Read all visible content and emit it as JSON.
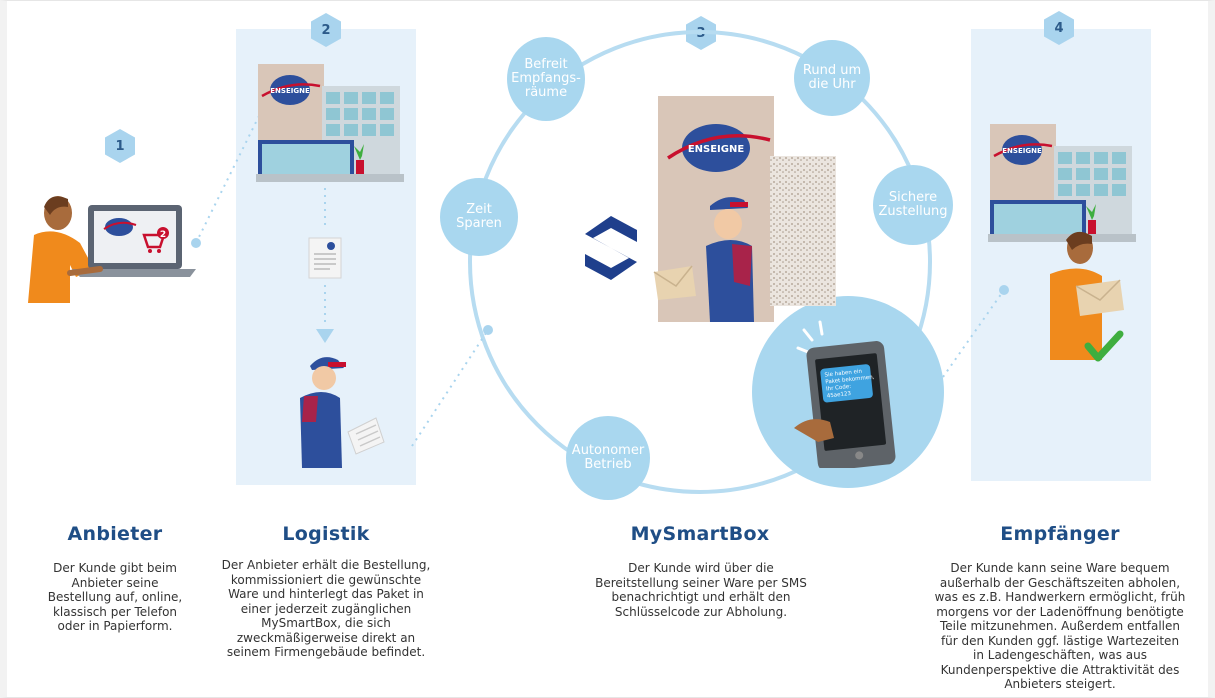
{
  "steps": [
    {
      "number": "1",
      "title": "Anbieter",
      "description": "Der Kunde gibt beim\nAnbieter seine\nBestellung auf, online,\nklassisch per Telefon\noder in Papierform."
    },
    {
      "number": "2",
      "title": "Logistik",
      "description": "Der Anbieter erhält die Bestellung,\nkommissioniert die gewünschte\nWare und hinterlegt das Paket in\neiner jederzeit zugänglichen\nMySmartBox, die sich\nzweckmäßigerweise direkt an\nseinem Firmengebäude befindet."
    },
    {
      "number": "3",
      "title": "MySmartBox",
      "description": "Der Kunde wird über die\nBereitstellung seiner Ware per SMS\nbenachrichtigt und erhält den\nSchlüsselcode zur Abholung."
    },
    {
      "number": "4",
      "title": "Empfänger",
      "description": "Der Kunde kann seine Ware bequem\naußerhalb der Geschäftszeiten abholen,\nwas es z.B. Handwerkern ermöglicht, früh\nmorgens vor der Ladenöffnung benötigte\nTeile mitzunehmen. Außerdem entfallen\nfür den Kunden ggf. lästige Wartezeiten\nin Ladengeschäften, was aus\nKundenperspektive die Attraktivität des\nAnbieters steigert."
    }
  ],
  "benefits": {
    "befreit": "Befreit\nEmpfangs-\nräume",
    "rund": "Rund um\ndie Uhr",
    "zeit": "Zeit\nSparen",
    "sicher": "Sichere\nZustellung",
    "autonom": "Autonomer\nBetrieb"
  },
  "store_sign": "ENSEIGNE",
  "cart_badge": "2",
  "phone_sms": "Sie haben ein\nPaket bekommen,\nIhr Code:\n45ae123",
  "colors": {
    "panel": "#e6f1fa",
    "bubble": "#a9d7ef",
    "ring": "#b7dcf1",
    "title": "#1f4e86",
    "accent_red": "#c8102e",
    "shirt_orange": "#f08a1c",
    "uniform_blue": "#2d4f9c",
    "check_green": "#3fae3f"
  },
  "icons": [
    "laptop-icon",
    "shopping-cart-icon",
    "document-icon",
    "arrow-down-icon",
    "smartphone-icon",
    "mysmartbox-logo-icon",
    "checkmark-icon",
    "plant-icon"
  ]
}
